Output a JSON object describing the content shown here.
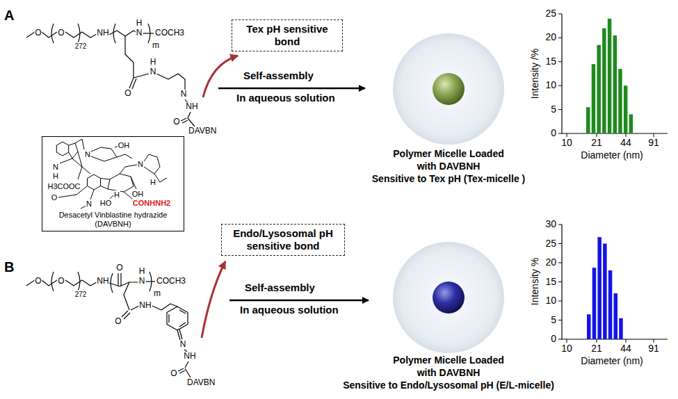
{
  "diagram": {
    "nodes": [
      {
        "text": [
          "Tex pH sensitive bond"
        ]
      },
      {
        "text": [
          "Desacetyl Vinblastine hydrazide (DAVBNH)"
        ]
      },
      {
        "text": [
          "Endo/Lysosomal pH sensitive bond"
        ]
      }
    ],
    "labels": [
      "A",
      "B",
      "O",
      "O",
      "272",
      "NH",
      "H",
      "N",
      "COCH3",
      "m",
      "O",
      "N",
      "H",
      "N",
      "NH",
      "O",
      "DAVBN",
      "Self-assembly",
      "In aqueous solution",
      "Polymer Micelle Loaded",
      "with DAVBNH",
      "Sensitive to Tex pH (Tex-micelle )",
      "25",
      "20",
      "15",
      "10",
      "5",
      "0",
      "Intensity /%",
      "10",
      "21",
      "44",
      "91",
      "Diameter (nm)",
      "OH",
      "N",
      "N",
      "H",
      "H3COOC",
      "O",
      "N",
      "H",
      "OH",
      "HO",
      "CONHNH2",
      "N",
      "H",
      "O",
      "O",
      "272",
      "NH",
      "O",
      "H",
      "N",
      "COCH3",
      "m",
      "O",
      "NH",
      "N",
      "NH",
      "O",
      "DAVBN",
      "Self-assembly",
      "In aqueous solution",
      "Polymer Micelle Loaded",
      "with DAVBNH",
      "Sensitive to Endo/Lysosomal pH (E/L-micelle)",
      "30",
      "25",
      "20",
      "15",
      "10",
      "5",
      "0",
      "Intensity %",
      "10",
      "21",
      "44",
      "91",
      "Diameter (nm)"
    ]
  }
}
